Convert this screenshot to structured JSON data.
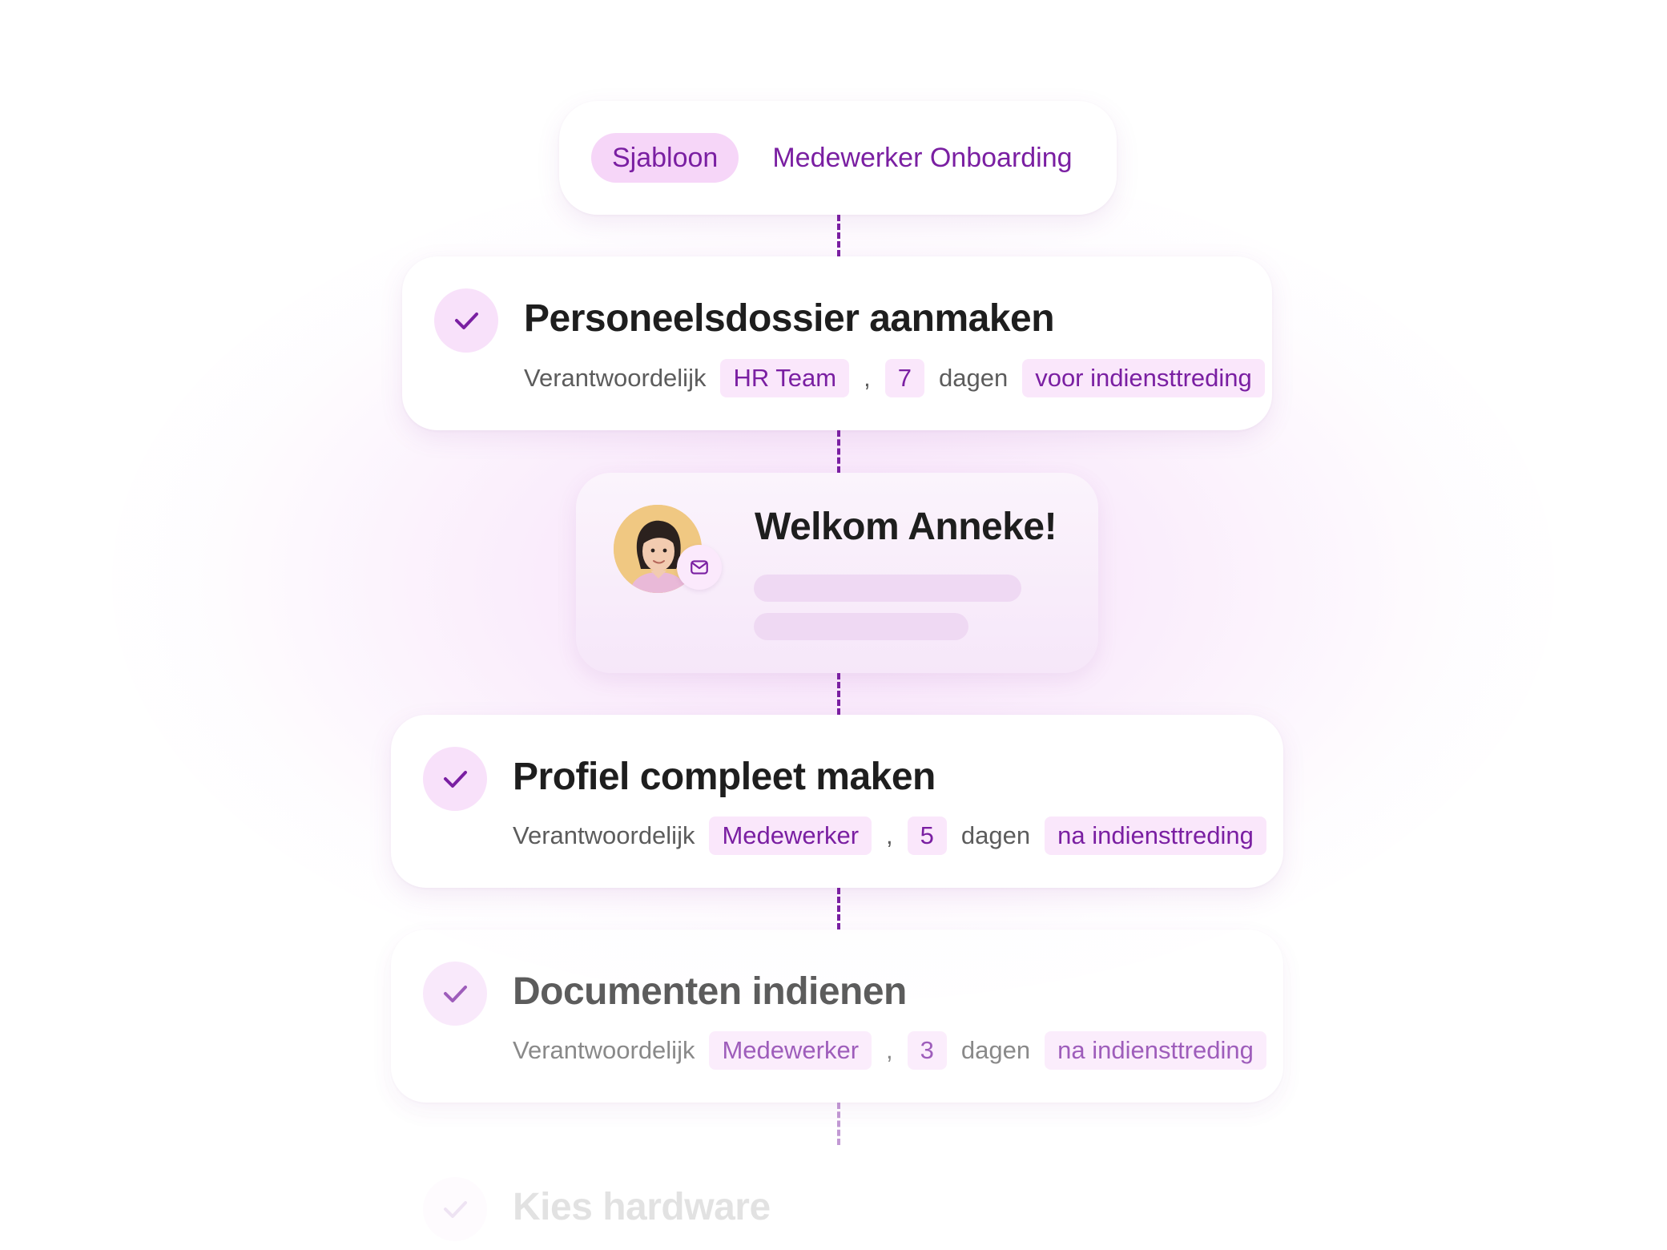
{
  "template": {
    "chip_label": "Sjabloon",
    "name": "Medewerker Onboarding"
  },
  "welcome": {
    "title": "Welkom Anneke!",
    "avatar_icon": "person-avatar",
    "badge_icon": "mail-icon"
  },
  "tasks": [
    {
      "title": "Personeelsdossier aanmaken",
      "responsible_label": "Verantwoordelijk",
      "responsible": "HR Team",
      "separator": ",",
      "days": "7",
      "days_label": "dagen",
      "timing": "voor indiensttreding",
      "icon": "check-icon"
    },
    {
      "title": "Profiel compleet maken",
      "responsible_label": "Verantwoordelijk",
      "responsible": "Medewerker",
      "separator": ",",
      "days": "5",
      "days_label": "dagen",
      "timing": "na indiensttreding",
      "icon": "check-icon"
    },
    {
      "title": "Documenten indienen",
      "responsible_label": "Verantwoordelijk",
      "responsible": "Medewerker",
      "separator": ",",
      "days": "3",
      "days_label": "dagen",
      "timing": "na indiensttreding",
      "icon": "check-icon"
    },
    {
      "title": "Kies hardware",
      "icon": "check-icon"
    }
  ],
  "colors": {
    "accent": "#7a1fa2",
    "chip_bg": "#fae7fb",
    "check_bg": "#f8e1fa",
    "glow": "#f1cdf6"
  }
}
